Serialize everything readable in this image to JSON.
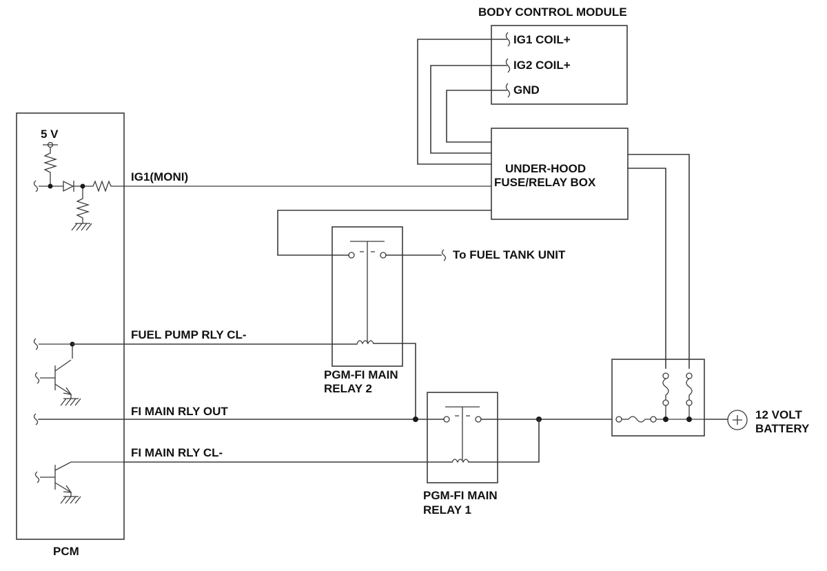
{
  "bcm": {
    "title": "BODY CONTROL MODULE",
    "pins": [
      "IG1 COIL+",
      "IG2 COIL+",
      "GND"
    ]
  },
  "fuse_box": {
    "line1": "UNDER-HOOD",
    "line2": "FUSE/RELAY BOX"
  },
  "pcm": {
    "label": "PCM",
    "supply": "5 V",
    "signals": {
      "ig1_moni": "IG1(MONI)",
      "fuel_pump_rly_cl": "FUEL PUMP RLY CL-",
      "fi_main_rly_out": "FI MAIN RLY OUT",
      "fi_main_rly_cl": "FI MAIN RLY CL-"
    }
  },
  "relay2": {
    "line1": "PGM-FI MAIN",
    "line2": "RELAY 2"
  },
  "relay1": {
    "line1": "PGM-FI MAIN",
    "line2": "RELAY 1"
  },
  "fuel_tank": "To FUEL TANK UNIT",
  "battery": {
    "line1": "12 VOLT",
    "line2": "BATTERY"
  }
}
